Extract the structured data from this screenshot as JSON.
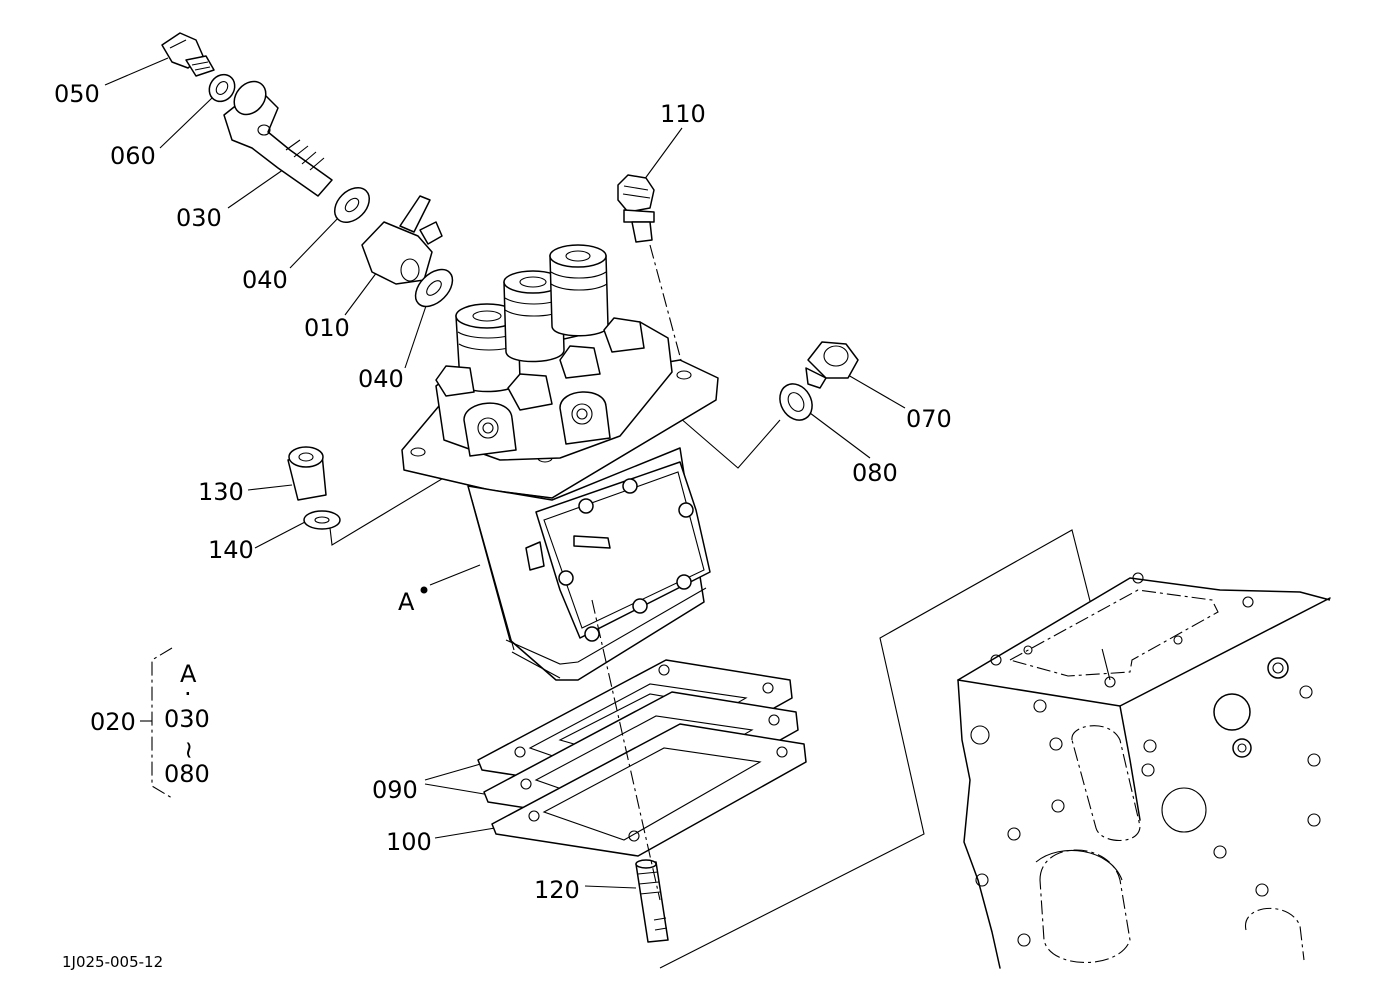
{
  "callouts": {
    "c050": "050",
    "c060": "060",
    "c030": "030",
    "c040a": "040",
    "c010": "010",
    "c040b": "040",
    "c110": "110",
    "c070": "070",
    "c080": "080",
    "c130": "130",
    "c140": "140",
    "cA": "A",
    "c090": "090",
    "c100": "100",
    "c120": "120"
  },
  "assembly_note": {
    "part": "020",
    "line1": "A",
    "dot": "·",
    "line2": "030",
    "tilde": "~",
    "line3": "080"
  },
  "drawing_ref": "1J025-005-12"
}
